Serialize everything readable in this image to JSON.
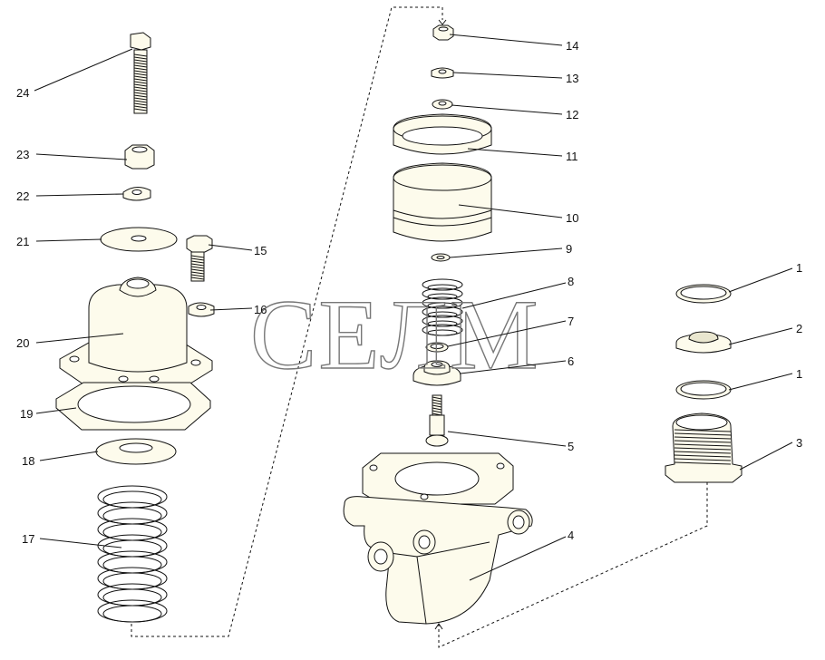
{
  "watermark": "СЕЛМ",
  "callouts": [
    {
      "id": "1a",
      "label": "1"
    },
    {
      "id": "1b",
      "label": "1"
    },
    {
      "id": "2",
      "label": "2"
    },
    {
      "id": "3",
      "label": "3"
    },
    {
      "id": "4",
      "label": "4"
    },
    {
      "id": "5",
      "label": "5"
    },
    {
      "id": "6",
      "label": "6"
    },
    {
      "id": "7",
      "label": "7"
    },
    {
      "id": "8",
      "label": "8"
    },
    {
      "id": "9",
      "label": "9"
    },
    {
      "id": "10",
      "label": "10"
    },
    {
      "id": "11",
      "label": "11"
    },
    {
      "id": "12",
      "label": "12"
    },
    {
      "id": "13",
      "label": "13"
    },
    {
      "id": "14",
      "label": "14"
    },
    {
      "id": "15",
      "label": "15"
    },
    {
      "id": "16",
      "label": "16"
    },
    {
      "id": "17",
      "label": "17"
    },
    {
      "id": "18",
      "label": "18"
    },
    {
      "id": "19",
      "label": "19"
    },
    {
      "id": "20",
      "label": "20"
    },
    {
      "id": "21",
      "label": "21"
    },
    {
      "id": "22",
      "label": "22"
    },
    {
      "id": "23",
      "label": "23"
    },
    {
      "id": "24",
      "label": "24"
    }
  ]
}
